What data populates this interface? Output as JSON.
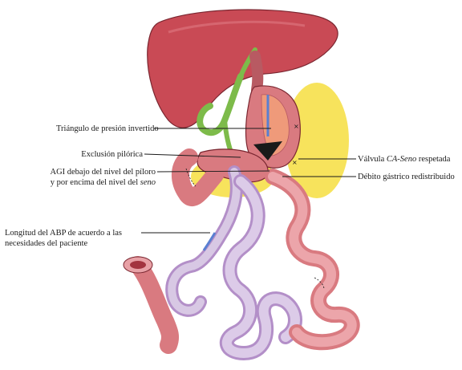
{
  "colors": {
    "liver": "#c94a55",
    "liver_dark": "#a3343f",
    "intestine": "#d97a80",
    "intestine_dark": "#b85a62",
    "jejunum_purple": "#c7b3d6",
    "fat_yellow": "#f6e04a",
    "bile_green": "#7dbb4a",
    "blue_marker": "#5a7fd1",
    "pouch_orange": "#ef9a7a"
  },
  "labels": {
    "inverted_triangle": "Triángulo  de presión invertido",
    "pyloric_exclusion": "Exclusión  pilórica",
    "agi_line1": "AGI debajo del nivel  del píloro",
    "agi_line2_pre": "y por encima  del nivel  del ",
    "agi_line2_italic": "seno",
    "abp_line1": "Longitud  del ABP de acuerdo  a las",
    "abp_line2": "necesidades  del paciente",
    "valve_pre": "Válvula  ",
    "valve_italic": "CA-Seno",
    "valve_post": " respetada",
    "redistributed": "Débito  gástrico  redistribuido"
  }
}
